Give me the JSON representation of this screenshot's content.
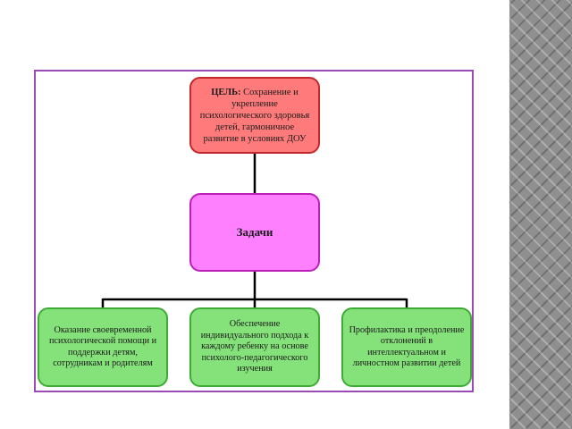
{
  "goal": {
    "label": "ЦЕЛЬ:",
    "text": " Сохранение и укрепление психологического здоровья детей, гармоничное развитие в условиях ДОУ"
  },
  "tasks": {
    "title": "Задачи"
  },
  "children": [
    {
      "text": "Оказание своевременной психологической помощи и поддержки детям, сотрудникам  и родителям"
    },
    {
      "text": "Обеспечение индивидуального подхода к каждому ребенку на основе психолого-педагогического изучения"
    },
    {
      "text": "Профилактика и преодоление отклонений в интеллектуальном и личностном развитии детей"
    }
  ],
  "colors": {
    "frame": "#9a49b5",
    "goal_fill": "#ff7b7b",
    "tasks_fill": "#ff80ff",
    "child_fill": "#85e27a",
    "connector": "#000000"
  }
}
